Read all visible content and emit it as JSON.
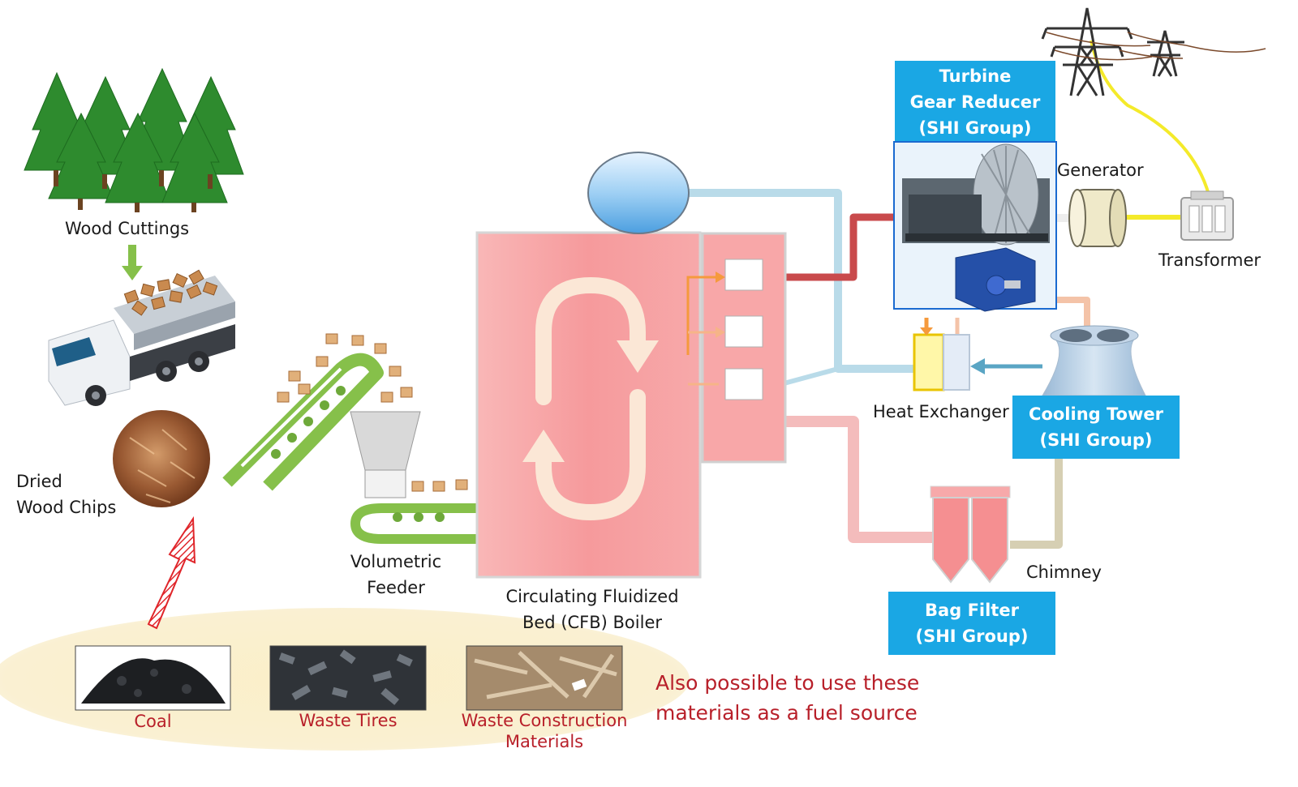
{
  "labels": {
    "wood_cuttings": "Wood Cuttings",
    "dried_wood_chips_1": "Dried",
    "dried_wood_chips_2": "Wood Chips",
    "volumetric_feeder_1": "Volumetric",
    "volumetric_feeder_2": "Feeder",
    "cfb_boiler_1": "Circulating Fluidized",
    "cfb_boiler_2": "Bed (CFB) Boiler",
    "generator": "Generator",
    "transformer": "Transformer",
    "heat_exchanger": "Heat Exchanger",
    "chimney": "Chimney"
  },
  "blue_boxes": {
    "turbine": [
      "Turbine",
      "Gear Reducer",
      "(SHI Group)"
    ],
    "cooling_tower": [
      "Cooling Tower",
      "(SHI Group)"
    ],
    "bag_filter": [
      "Bag Filter",
      "(SHI Group)"
    ]
  },
  "alt_fuels": {
    "coal": "Coal",
    "waste_tires": "Waste Tires",
    "waste_construction_1": "Waste Construction",
    "waste_construction_2": "Materials",
    "note_1": "Also possible to use these",
    "note_2": "materials as a fuel source"
  },
  "colors": {
    "label_box": "#1aa7e4",
    "boiler": "#f7a5a5",
    "accent_red": "#b8202a",
    "conveyor": "#86c04a"
  }
}
